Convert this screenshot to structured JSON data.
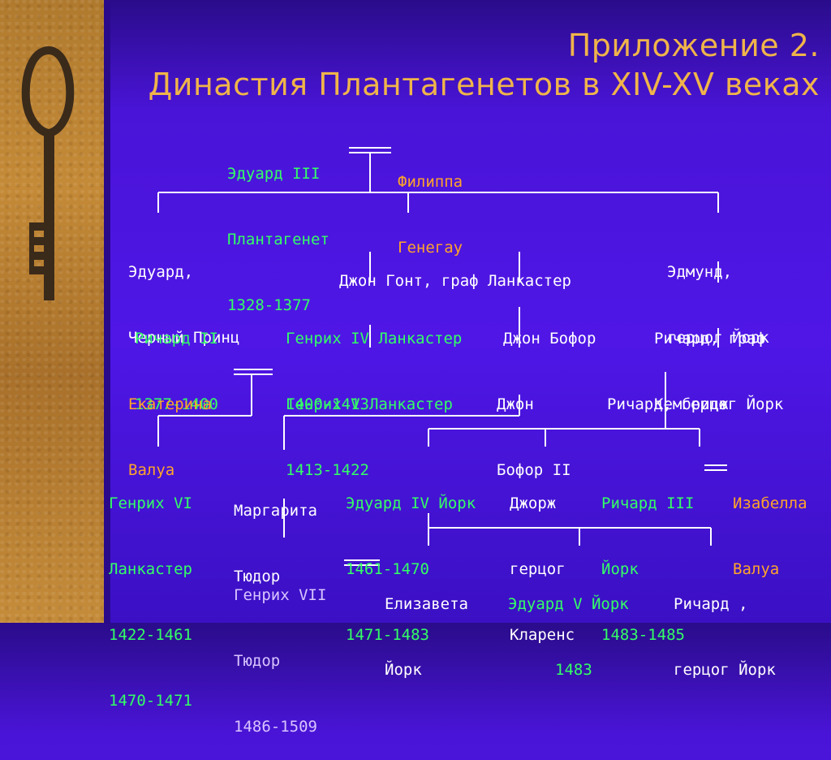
{
  "title": {
    "line1": "Приложение 2.",
    "line2": "Династия Плантагенетов в XIV-XV веках"
  },
  "colors": {
    "background": "#4f16e6",
    "title": "#f0b44a",
    "monarch": "#33ff66",
    "spouse": "#ffa42a",
    "other": "#ffffff",
    "henry_vii": "#d8c4ff"
  },
  "nodes": {
    "edward3": {
      "l1": "Эдуард III",
      "l2": "Плантагенет",
      "l3": "1328-1377"
    },
    "philippa": {
      "l1": "Филиппа",
      "l2": "Генегау"
    },
    "black_prince": {
      "l1": "Эдуард,",
      "l2": "Черный Принц"
    },
    "john_gaunt": {
      "l1": "Джон Гонт, граф Ланкастер"
    },
    "edmund": {
      "l1": "Эдмунд,",
      "l2": "герцог Йорк"
    },
    "richard2": {
      "l1": "Ричард II",
      "l2": "1377-1400"
    },
    "henry4": {
      "l1": "Генрих IV Ланкастер",
      "l2": "1400-1413"
    },
    "john_beaufort": {
      "l1": "Джон Бофор"
    },
    "richard_cambridge": {
      "l1": "Ричард, граф",
      "l2": "Кембридж"
    },
    "catherine": {
      "l1": "Екатерина",
      "l2": "Валуа"
    },
    "henry5": {
      "l1": "Генрих V Ланкастер",
      "l2": "1413-1422"
    },
    "john_beaufort2": {
      "l1": "Джон",
      "l2": "Бофор II"
    },
    "richard_york": {
      "l1": "Ричард, герцог Йорк"
    },
    "henry6": {
      "l1": "Генрих VI",
      "l2": "Ланкастер",
      "l3": "1422-1461",
      "l4": "1470-1471"
    },
    "margaret": {
      "l1": "Маргарита",
      "l2": "Тюдор"
    },
    "edward4": {
      "l1": "Эдуард IV Йорк",
      "l2": "1461-1470",
      "l3": "1471-1483"
    },
    "george": {
      "l1": "Джорж",
      "l2": "герцог",
      "l3": "Кларенс"
    },
    "richard3": {
      "l1": "Ричард III",
      "l2": "Йорк",
      "l3": "1483-1485"
    },
    "isabella": {
      "l1": "Изабелла",
      "l2": "Валуа"
    },
    "henry7": {
      "l1": "Генрих VII",
      "l2": "Тюдор",
      "l3": "1486-1509"
    },
    "elizabeth": {
      "l1": "Елизавета",
      "l2": "Йорк"
    },
    "edward5": {
      "l1": "Эдуард V Йорк",
      "l2": "1483"
    },
    "richard_york2": {
      "l1": "Ричард ,",
      "l2": "герцог Йорк"
    }
  }
}
